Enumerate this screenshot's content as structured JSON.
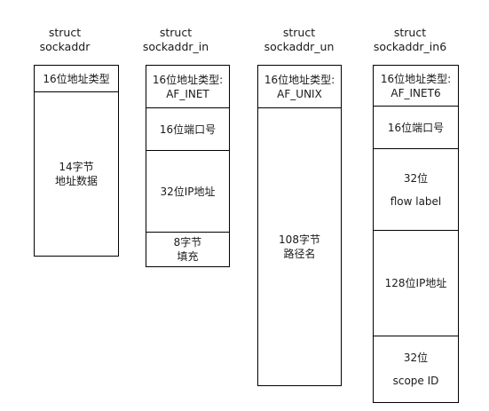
{
  "columns": [
    {
      "title": [
        "struct",
        "sockaddr"
      ],
      "cells": [
        {
          "lines": [
            "16位地址类型"
          ]
        },
        {
          "lines": [
            "14字节",
            "地址数据"
          ]
        }
      ]
    },
    {
      "title": [
        "struct",
        "sockaddr_in"
      ],
      "cells": [
        {
          "lines": [
            "16位地址类型:",
            "AF_INET"
          ]
        },
        {
          "lines": [
            "16位端口号"
          ]
        },
        {
          "lines": [
            "32位IP地址"
          ]
        },
        {
          "lines": [
            "8字节",
            "填充"
          ]
        }
      ]
    },
    {
      "title": [
        "struct",
        "sockaddr_un"
      ],
      "cells": [
        {
          "lines": [
            "16位地址类型:",
            "AF_UNIX"
          ]
        },
        {
          "lines": [
            "108字节",
            "路径名"
          ]
        }
      ]
    },
    {
      "title": [
        "struct",
        "sockaddr_in6"
      ],
      "cells": [
        {
          "lines": [
            "16位地址类型:",
            "AF_INET6"
          ]
        },
        {
          "lines": [
            "16位端口号"
          ]
        },
        {
          "lines": [
            "32位",
            "flow label"
          ]
        },
        {
          "lines": [
            "128位IP地址"
          ]
        },
        {
          "lines": [
            "32位",
            "scope ID"
          ]
        }
      ]
    }
  ]
}
